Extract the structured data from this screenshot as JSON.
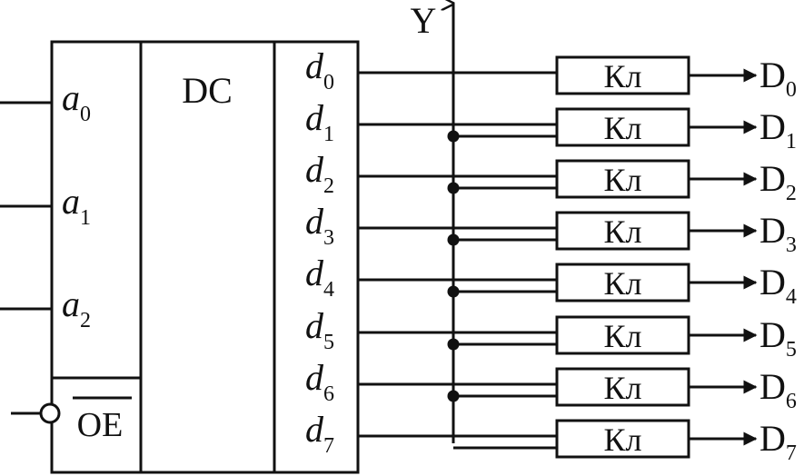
{
  "decoder": {
    "label": "DC",
    "inputs": [
      {
        "base": "a",
        "sub": "0"
      },
      {
        "base": "a",
        "sub": "1"
      },
      {
        "base": "a",
        "sub": "2"
      }
    ],
    "enable": {
      "label": "OE",
      "inverted": true
    },
    "outputs": [
      {
        "base": "d",
        "sub": "0"
      },
      {
        "base": "d",
        "sub": "1"
      },
      {
        "base": "d",
        "sub": "2"
      },
      {
        "base": "d",
        "sub": "3"
      },
      {
        "base": "d",
        "sub": "4"
      },
      {
        "base": "d",
        "sub": "5"
      },
      {
        "base": "d",
        "sub": "6"
      },
      {
        "base": "d",
        "sub": "7"
      }
    ]
  },
  "bus": {
    "label": "Y"
  },
  "keys": {
    "label": "Кл",
    "outputs": [
      {
        "base": "D",
        "sub": "0"
      },
      {
        "base": "D",
        "sub": "1"
      },
      {
        "base": "D",
        "sub": "2"
      },
      {
        "base": "D",
        "sub": "3"
      },
      {
        "base": "D",
        "sub": "4"
      },
      {
        "base": "D",
        "sub": "5"
      },
      {
        "base": "D",
        "sub": "6"
      },
      {
        "base": "D",
        "sub": "7"
      }
    ]
  }
}
